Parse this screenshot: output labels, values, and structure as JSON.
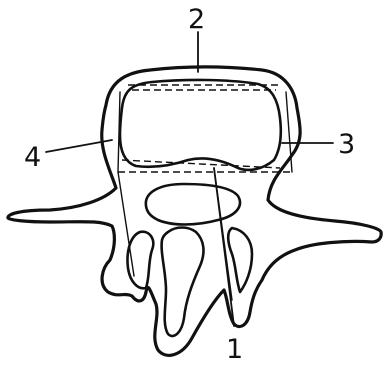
{
  "labels": {
    "one": "1",
    "two": "2",
    "three": "3",
    "four": "4"
  },
  "colors": {
    "ink": "#111111",
    "background": "#ffffff"
  }
}
